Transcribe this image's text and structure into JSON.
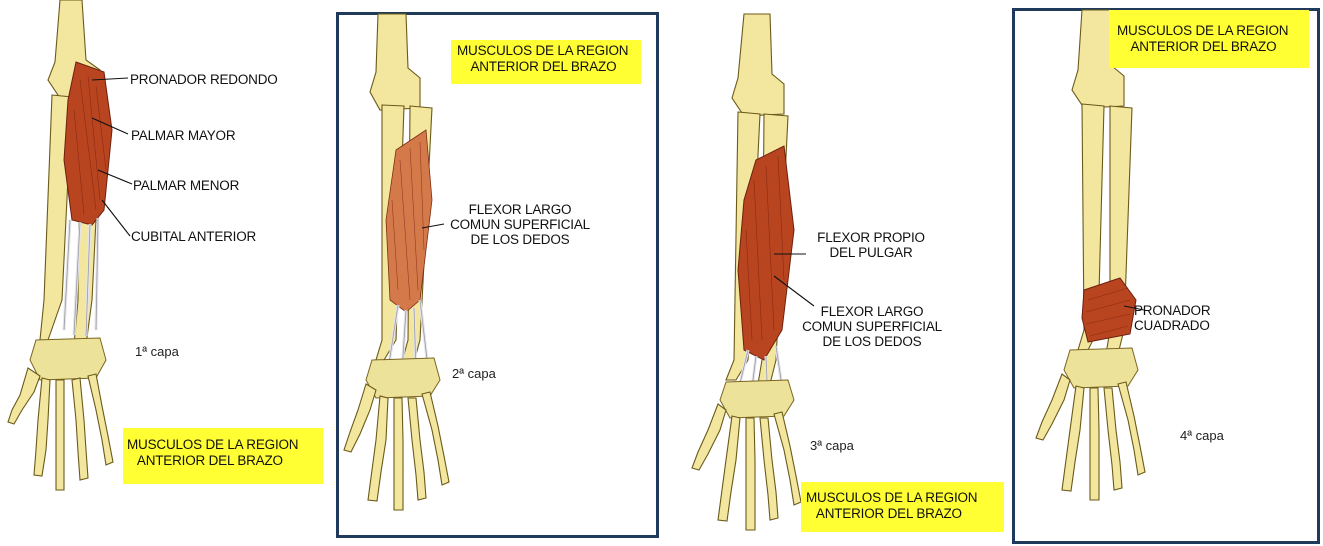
{
  "panel1": {
    "labels": {
      "pronador_redondo": "PRONADOR REDONDO",
      "palmar_mayor": "PALMAR MAYOR",
      "palmar_menor": "PALMAR MENOR",
      "cubital_anterior": "CUBITAL ANTERIOR"
    },
    "layer": "1ª capa",
    "title": "MUSCULOS DE LA REGION\n   ANTERIOR DEL BRAZO"
  },
  "panel2": {
    "labels": {
      "flexor_largo": "FLEXOR LARGO\nCOMUN SUPERFICIAL\nDE LOS DEDOS"
    },
    "layer": "2ª capa",
    "title": "MUSCULOS DE LA REGION\n    ANTERIOR DEL BRAZO"
  },
  "panel3": {
    "labels": {
      "flexor_propio": "FLEXOR PROPIO\nDEL PULGAR",
      "flexor_largo": "FLEXOR LARGO\nCOMUN SUPERFICIAL\nDE LOS DEDOS"
    },
    "layer": "3ª capa",
    "title": "MUSCULOS DE LA REGION\n   ANTERIOR DEL BRAZO"
  },
  "panel4": {
    "labels": {
      "pronador_cuadrado": "PRONADOR\nCUADRADO"
    },
    "layer": "4ª capa",
    "title": "MUSCULOS DE LA REGION\n    ANTERIOR DEL BRAZO"
  }
}
